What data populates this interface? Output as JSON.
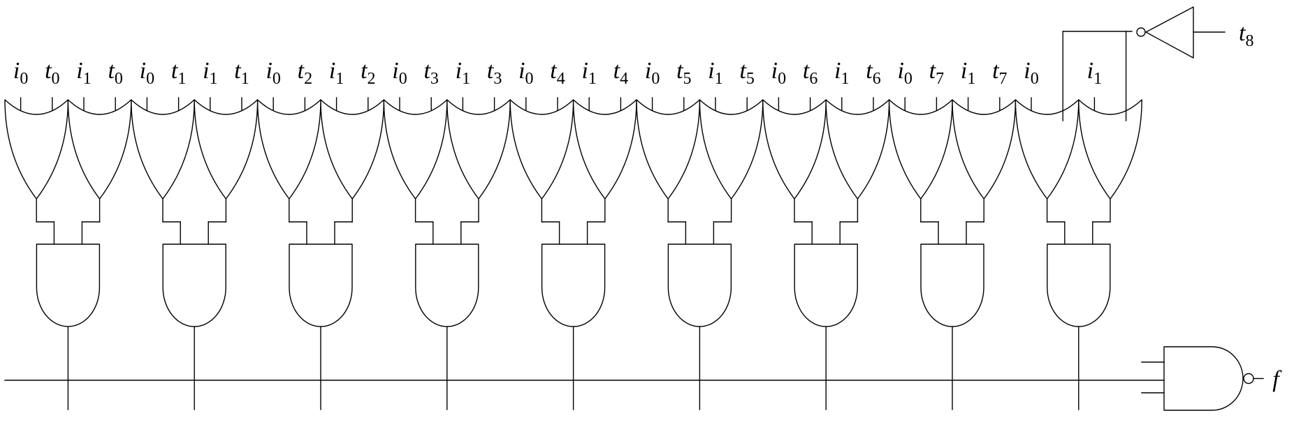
{
  "circuit": {
    "or_inputs": [
      [
        "i",
        "0"
      ],
      [
        "t",
        "0"
      ],
      [
        "i",
        "1"
      ],
      [
        "t",
        "0"
      ],
      [
        "i",
        "0"
      ],
      [
        "t",
        "1"
      ],
      [
        "i",
        "1"
      ],
      [
        "t",
        "1"
      ],
      [
        "i",
        "0"
      ],
      [
        "t",
        "2"
      ],
      [
        "i",
        "1"
      ],
      [
        "t",
        "2"
      ],
      [
        "i",
        "0"
      ],
      [
        "t",
        "3"
      ],
      [
        "i",
        "1"
      ],
      [
        "t",
        "3"
      ],
      [
        "i",
        "0"
      ],
      [
        "t",
        "4"
      ],
      [
        "i",
        "1"
      ],
      [
        "t",
        "4"
      ],
      [
        "i",
        "0"
      ],
      [
        "t",
        "5"
      ],
      [
        "i",
        "1"
      ],
      [
        "t",
        "5"
      ],
      [
        "i",
        "0"
      ],
      [
        "t",
        "6"
      ],
      [
        "i",
        "1"
      ],
      [
        "t",
        "6"
      ],
      [
        "i",
        "0"
      ],
      [
        "t",
        "7"
      ],
      [
        "i",
        "1"
      ],
      [
        "t",
        "7"
      ],
      [
        "i",
        "0"
      ],
      null,
      [
        "i",
        "1"
      ],
      null
    ],
    "or_gate_count": 18,
    "and_gate_count": 9,
    "inverter_output": [
      "t",
      "8"
    ],
    "final_output": "f",
    "gate_types": {
      "or": "OR",
      "and": "AND",
      "inverter": "NOT",
      "final": "NAND"
    }
  }
}
